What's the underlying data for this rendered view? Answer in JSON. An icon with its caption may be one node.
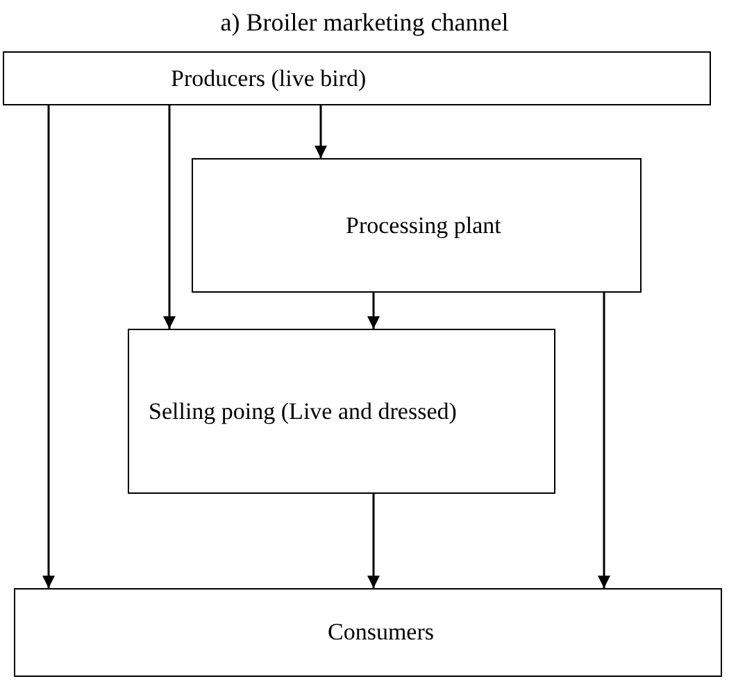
{
  "diagram": {
    "title": "a) Broiler marketing channel",
    "nodes": [
      {
        "text": [
          "Producers (live bird)"
        ]
      },
      {
        "text": [
          "Processing plant"
        ]
      },
      {
        "text": [
          "Selling poing (Live and dressed)"
        ]
      },
      {
        "text": [
          "Consumers"
        ]
      }
    ],
    "edges": [
      {
        "from": 0,
        "to": 3,
        "arrow": "to"
      },
      {
        "from": 0,
        "to": 2,
        "arrow": "to"
      },
      {
        "from": 0,
        "to": 1,
        "arrow": "to"
      },
      {
        "from": 1,
        "to": 2,
        "arrow": "to"
      },
      {
        "from": 1,
        "to": 3,
        "arrow": "to"
      },
      {
        "from": 2,
        "to": 3,
        "arrow": "to"
      }
    ]
  }
}
